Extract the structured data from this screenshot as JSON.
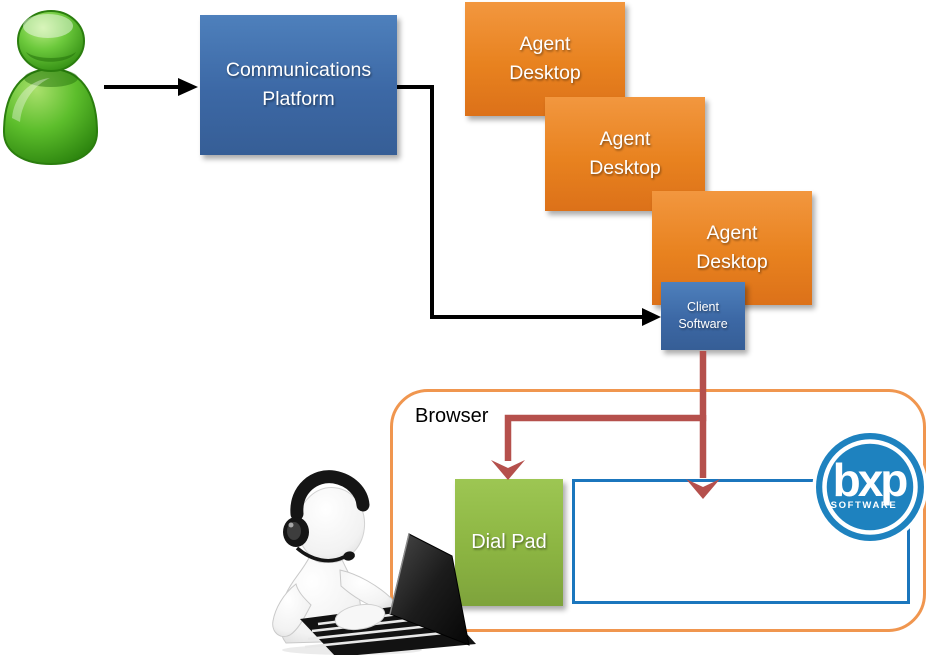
{
  "nodes": {
    "communications_platform": {
      "label": "Communications Platform"
    },
    "agent_desktops": [
      {
        "label": "Agent Desktop"
      },
      {
        "label": "Agent Desktop"
      },
      {
        "label": "Agent Desktop"
      }
    ],
    "client_software": {
      "label": "Client Software"
    },
    "browser": {
      "label": "Browser"
    },
    "dial_pad": {
      "label": "Dial Pad"
    }
  },
  "logo": {
    "brand": "bxp",
    "tagline": "SOFTWARE"
  },
  "icons": {
    "customer": "green-person-icon",
    "agent": "agent-headset-laptop-illustration",
    "brand": "bxp-software-logo"
  },
  "colors": {
    "platform_blue": "#3C68A5",
    "agent_orange": "#E8821F",
    "dialpad_green": "#8CB542",
    "connector_red": "#B5504C",
    "connector_black": "#000000",
    "browser_border_orange": "#F0964F",
    "panel_border_blue": "#1B76BD",
    "logo_blue": "#1E82BF",
    "person_green": "#4CAF2A"
  }
}
